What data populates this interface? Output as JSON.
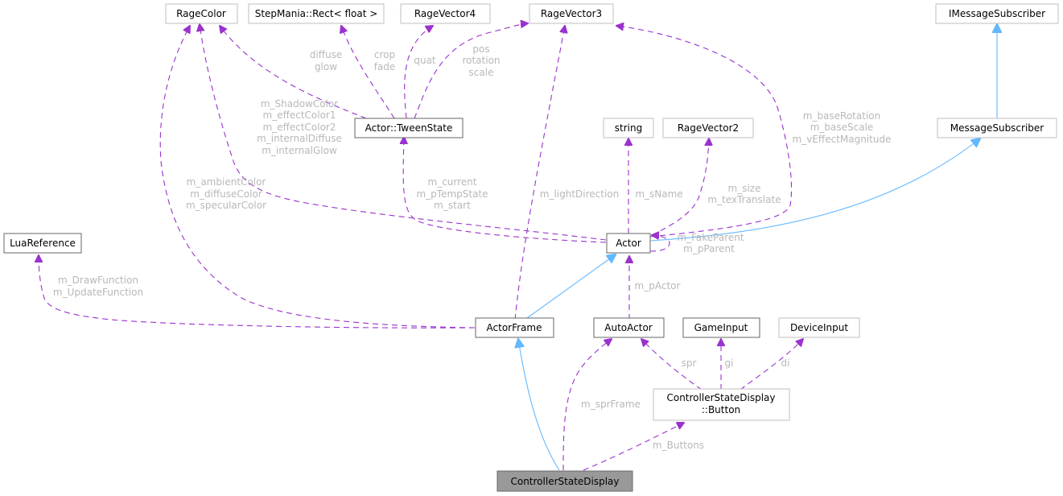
{
  "diagram": {
    "title": "ControllerStateDisplay collaboration graph",
    "colors": {
      "member_edge": "#9a32cd",
      "inheritance_edge": "#63b8ff",
      "edge_label": "#b8b8b8",
      "focus_node_fill": "#999999"
    },
    "nodes": {
      "ragecolor": "RageColor",
      "rect": "StepMania::Rect< float >",
      "ragevector4": "RageVector4",
      "ragevector3": "RageVector3",
      "imessagesubscriber": "IMessageSubscriber",
      "tweenstate": "Actor::TweenState",
      "string": "string",
      "ragevector2": "RageVector2",
      "messagesubscriber": "MessageSubscriber",
      "luareference": "LuaReference",
      "actor": "Actor",
      "actorframe": "ActorFrame",
      "autoactor": "AutoActor",
      "gameinput": "GameInput",
      "deviceinput": "DeviceInput",
      "button_line1": "ControllerStateDisplay",
      "button_line2": "::Button",
      "controllerstatedisplay": "ControllerStateDisplay"
    },
    "edge_labels": {
      "diffuse_glow": [
        "diffuse",
        "glow"
      ],
      "crop_fade": [
        "crop",
        "fade"
      ],
      "quat": [
        "quat"
      ],
      "pos_rotation_scale": [
        "pos",
        "rotation",
        "scale"
      ],
      "shadow_colors": [
        "m_ShadowColor",
        "m_effectColor1",
        "m_effectColor2",
        "m_internalDiffuse",
        "m_internalGlow"
      ],
      "base_rotation": [
        "m_baseRotation",
        "m_baseScale",
        "m_vEffectMagnitude"
      ],
      "light_colors": [
        "m_ambientColor",
        "m_diffuseColor",
        "m_specularColor"
      ],
      "tween_members": [
        "m_current",
        "m_pTempState",
        "m_start"
      ],
      "light_direction": [
        "m_lightDirection"
      ],
      "s_name": [
        "m_sName"
      ],
      "size_tex": [
        "m_size",
        "m_texTranslate"
      ],
      "parent": [
        "m_FakeParent",
        "m_pParent"
      ],
      "lua_functions": [
        "m_DrawFunction",
        "m_UpdateFunction"
      ],
      "p_actor": [
        "m_pActor"
      ],
      "spr": [
        "spr"
      ],
      "gi": [
        "gi"
      ],
      "di": [
        "di"
      ],
      "spr_frame": [
        "m_sprFrame"
      ],
      "buttons": [
        "m_Buttons"
      ]
    }
  }
}
